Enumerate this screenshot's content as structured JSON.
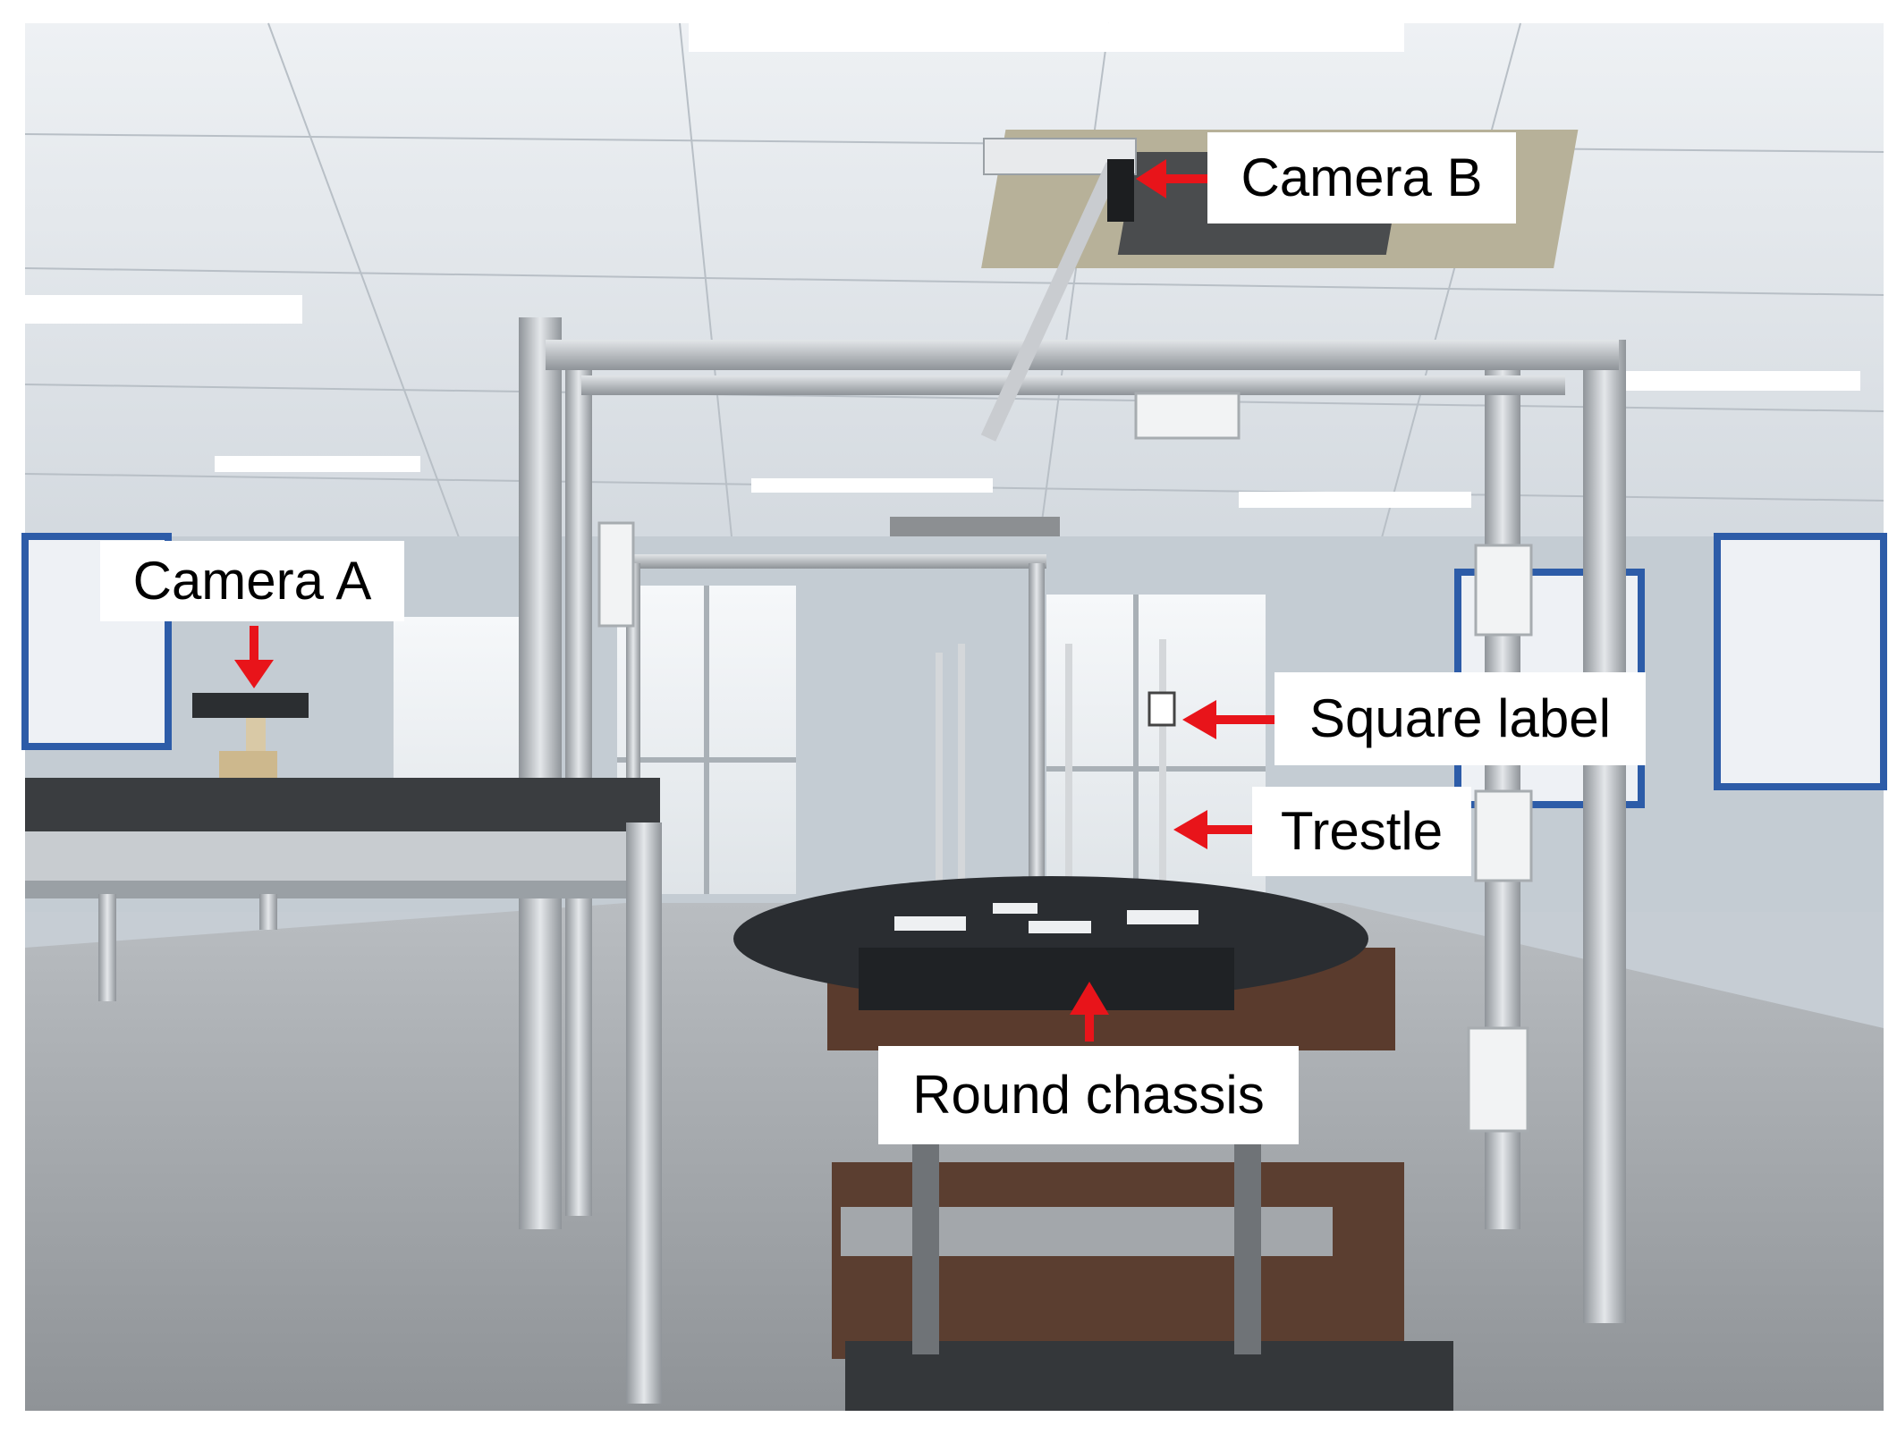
{
  "annotations": {
    "camera_a": "Camera A",
    "camera_b": "Camera B",
    "square_label": "Square label",
    "trestle": "Trestle",
    "round_chassis": "Round chassis"
  },
  "colors": {
    "arrow": "#e8141a",
    "label_background": "#ffffff",
    "label_text": "#000000",
    "frame_aluminum": "#c9ccd0",
    "chassis": "#2a2d31",
    "ceiling": "#dfe3e7",
    "floor": "#a9adb1",
    "wall": "#c6cdd4"
  },
  "icons": {
    "arrow": "red-arrow-icon"
  }
}
